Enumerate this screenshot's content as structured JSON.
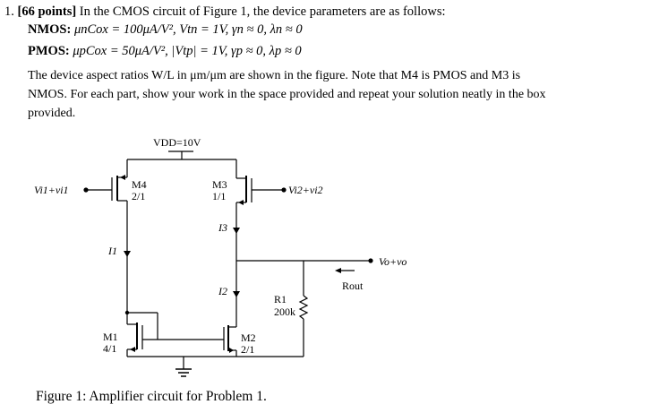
{
  "problem": {
    "number": "1.",
    "points": "[66 points]",
    "intro": "In the CMOS circuit of Figure 1, the device parameters are as follows:",
    "nmos_label": "NMOS:",
    "nmos_params": "μnCox = 100μA/V², Vtn = 1V, γn ≈ 0, λn ≈ 0",
    "pmos_label": "PMOS:",
    "pmos_params": "μpCox = 50μA/V², |Vtp| = 1V, γp ≈ 0, λp ≈ 0",
    "para1_line1": "The device aspect ratios W/L in μm/μm are shown in the figure. Note that M4 is PMOS and M3 is",
    "para1_line2": "NMOS. For each part, show your work in the space provided and repeat your solution neatly in the box",
    "para1_line3": "provided."
  },
  "circuit": {
    "vdd": "VDD=10V",
    "m4_name": "M4",
    "m4_ratio": "2/1",
    "m3_name": "M3",
    "m3_ratio": "1/1",
    "m1_name": "M1",
    "m1_ratio": "4/1",
    "m2_name": "M2",
    "m2_ratio": "2/1",
    "in1": "Vi1+vi1",
    "in2": "Vi2+vi2",
    "out": "Vo+vo",
    "i1": "I1",
    "i2": "I2",
    "i3": "I3",
    "r1_name": "R1",
    "r1_value": "200k",
    "rout": "Rout"
  },
  "caption": "Figure 1: Amplifier circuit for Problem 1."
}
